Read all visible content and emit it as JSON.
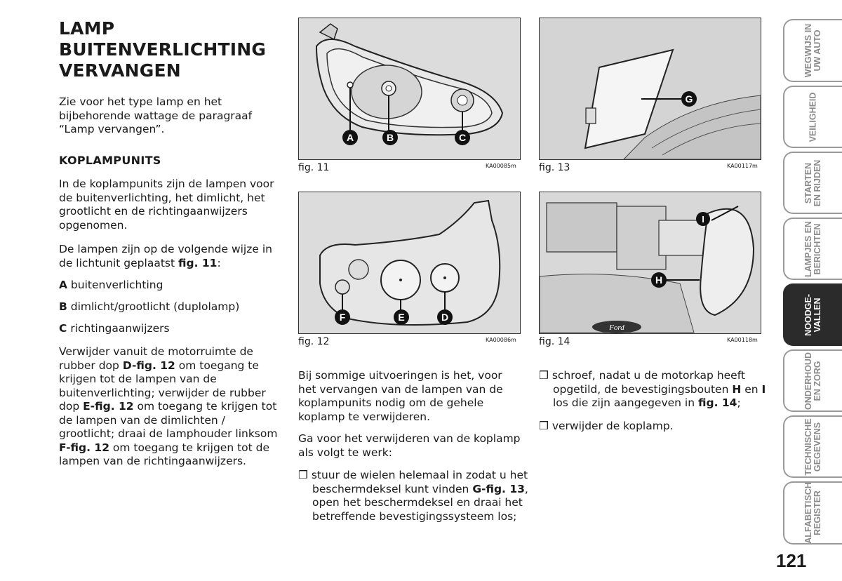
{
  "title_lines": [
    "LAMP",
    "BUITENVERLICHTING",
    "VERVANGEN"
  ],
  "intro": "Zie voor het type lamp en het bijbehorende wattage de paragraaf “Lamp vervangen”.",
  "section_heading": "KOPLAMPUNITS",
  "col1": {
    "p1": "In de koplampunits zijn de lampen voor de buitenverlichting, het dimlicht, het grootlicht en de richtingaanwijzers opgenomen.",
    "p2_text": "De lampen zijn op de volgende wijze in de lichtunit geplaatst ",
    "p2_ref": "fig. 11",
    "p2_end": ":",
    "items": [
      {
        "key": "A",
        "text": " buitenverlichting"
      },
      {
        "key": "B",
        "text": " dimlicht/grootlicht (duplolamp)"
      },
      {
        "key": "C",
        "text": " richtingaanwijzers"
      }
    ],
    "p3": {
      "t1": "Verwijder vanuit de motorruimte de rubber dop ",
      "r1": "D-fig. 12",
      "t2": " om toegang te krijgen tot de lampen van de buitenverlichting; verwijder de rubber dop ",
      "r2": "E-fig. 12",
      "t3": " om toegang te krijgen tot de lampen van de dimlichten / grootlicht; draai de lamphouder linksom ",
      "r3": "F-fig. 12",
      "t4": " om toegang te krijgen tot de lampen van de richtingaanwijzers."
    }
  },
  "figures": {
    "fig11": {
      "label": "fig. 11",
      "code": "KA00085m",
      "callouts": [
        "A",
        "B",
        "C"
      ]
    },
    "fig12": {
      "label": "fig. 12",
      "code": "KA00086m",
      "callouts": [
        "F",
        "E",
        "D"
      ]
    },
    "fig13": {
      "label": "fig. 13",
      "code": "KA00117m",
      "callouts": [
        "G"
      ]
    },
    "fig14": {
      "label": "fig. 14",
      "code": "KA00118m",
      "callouts": [
        "I",
        "H"
      ],
      "badge": "Ford"
    }
  },
  "col2": {
    "p1": "Bij sommige uitvoeringen is het, voor het vervangen van de lampen van de koplampunits nodig om de gehele koplamp te verwijderen.",
    "p2": "Ga voor het verwijderen van de koplamp als volgt te werk:",
    "bullet1": {
      "sym": "❒",
      "t1": " stuur de wielen helemaal in zodat u het beschermdeksel kunt vinden ",
      "r1": "G-fig. 13",
      "t2": ", open het beschermdeksel en draai het betreffende bevestigingssysteem los;"
    }
  },
  "col3": {
    "bullet1": {
      "sym": "❒",
      "t1": " schroef, nadat u de motorkap heeft opgetild, de bevestigingsbouten ",
      "r1": "H",
      "t2": " en ",
      "r2": "I",
      "t3": " los die zijn aangegeven in ",
      "r3": "fig. 14",
      "t4": ";"
    },
    "bullet2": {
      "sym": "❒",
      "t1": " verwijder de koplamp."
    }
  },
  "tabs": [
    {
      "lines": [
        "WEGWIJS IN",
        "UW AUTO"
      ],
      "active": false
    },
    {
      "lines": [
        "VEILIGHEID"
      ],
      "active": false
    },
    {
      "lines": [
        "STARTEN",
        "EN RIJDEN"
      ],
      "active": false
    },
    {
      "lines": [
        "LAMPJES EN",
        "BERICHTEN"
      ],
      "active": false
    },
    {
      "lines": [
        "NOODGE-",
        "VALLEN"
      ],
      "active": true
    },
    {
      "lines": [
        "ONDERHOUD",
        "EN ZORG"
      ],
      "active": false
    },
    {
      "lines": [
        "TECHNISCHE",
        "GEGEVENS"
      ],
      "active": false
    },
    {
      "lines": [
        "ALFABETISCH",
        "REGISTER"
      ],
      "active": false
    }
  ],
  "page_number": "121",
  "colors": {
    "tab_active": "#2b2b2b",
    "tab_border": "#9a9a9a",
    "figure_bg": "#dcdcdc"
  }
}
